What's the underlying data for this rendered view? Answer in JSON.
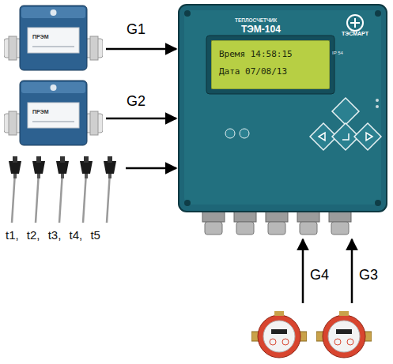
{
  "diagram": {
    "nodes": [
      {
        "text": [
          "ПРЭМ"
        ]
      },
      {
        "text": [
          "ПРЭМ"
        ]
      },
      {
        "text": [
          "t1, t2, t3, t4, t5"
        ]
      },
      {
        "text": [
          "ТЕПЛОСЧЕТЧИК",
          "ТЭМ-104",
          "ТЭСМАРТ"
        ]
      },
      {
        "text": [
          "Время 14:58:15",
          "Дата 07/08/13"
        ],
        "in": 3
      },
      {
        "text": []
      },
      {
        "text": []
      }
    ],
    "edges": [
      {
        "from": 0,
        "to": 3,
        "label": "G1",
        "arrow": "to"
      },
      {
        "from": 1,
        "to": 3,
        "label": "G2",
        "arrow": "to"
      },
      {
        "from": 2,
        "to": 3,
        "arrow": "to"
      },
      {
        "from": 5,
        "to": 3,
        "label": "G4",
        "arrow": "to"
      },
      {
        "from": 6,
        "to": 3,
        "label": "G3",
        "arrow": "to"
      }
    ],
    "labels": [
      "IP 54"
    ]
  }
}
